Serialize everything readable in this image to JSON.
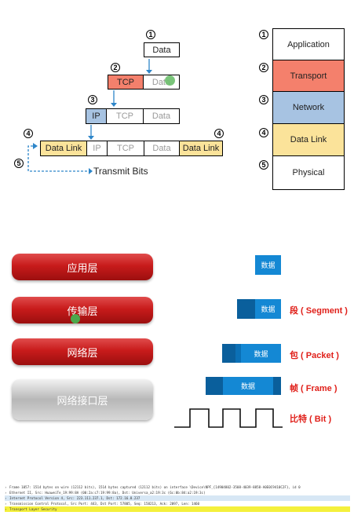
{
  "top": {
    "step1": "1",
    "step2": "2",
    "step3": "3",
    "step4": "4",
    "step5": "5",
    "data": "Data",
    "tcp": "TCP",
    "ip": "IP",
    "datalink": "Data Link",
    "transmit": "Transmit Bits"
  },
  "stack": [
    "Application",
    "Transport",
    "Network",
    "Data Link",
    "Physical"
  ],
  "stack_nums": [
    "1",
    "2",
    "3",
    "4",
    "5"
  ],
  "cn": {
    "layers": [
      "应用层",
      "传输层",
      "网络层",
      "网络接口层"
    ],
    "data": "数据",
    "segment": "段 ( Segment )",
    "packet": "包 ( Packet )",
    "frame": "帧 ( Frame )",
    "bit": "比特 ( Bit )"
  },
  "wireshark": {
    "lines": [
      "Frame 1057: 1514 bytes on wire (12112 bits), 1514 bytes captured (12112 bits) on interface \\Device\\NPF_{14904802-3508-4039-8858-A0E0C9410C2F}, id 0",
      "Ethernet II, Src: HuaweiTe_19:99:8A (00:2a:c7:19:99:8a), Dst: Universa_a2:19:3c (6c:0b:84:a2:19:3c)",
      "Internet Protocol Version 4, Src: 223.111.237.1, Dst: 172.16.8.237",
      "Transmission Control Protocol, Src Port: 443, Dst Port: 57805, Seq: 158213, Ack: 2097, Len: 1460",
      "Transport Layer Security"
    ]
  },
  "colors": {
    "transport": "#f4806c",
    "network": "#a7c3e2",
    "datalink": "#fbe39a",
    "ip_box": "#a7c3e2",
    "arrow": "#2e86c9",
    "accent_red": "#e0201a",
    "tls_highlight": "#f4f03c",
    "ws_selected": "#d7e7f5"
  }
}
